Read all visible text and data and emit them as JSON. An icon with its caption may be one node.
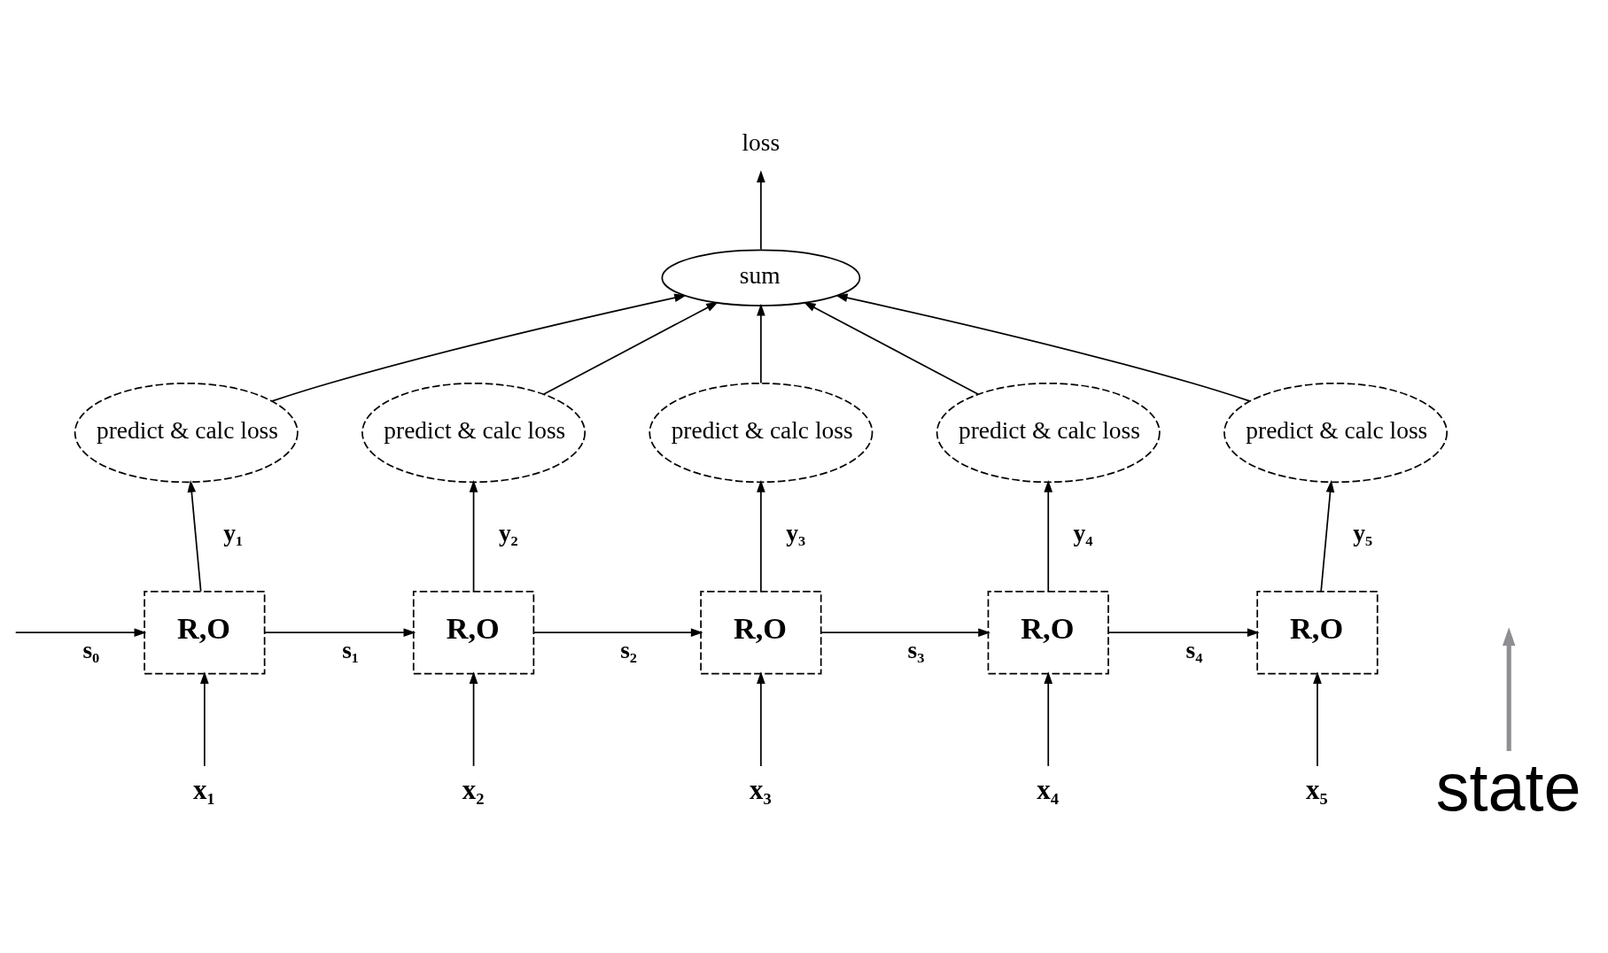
{
  "diagram": {
    "nodes": [
      {
        "text": [
          "loss"
        ]
      },
      {
        "text": [
          "sum"
        ]
      },
      {
        "text": [
          "predict & calc loss"
        ]
      },
      {
        "text": [
          "predict & calc loss"
        ]
      },
      {
        "text": [
          "predict & calc loss"
        ]
      },
      {
        "text": [
          "predict & calc loss"
        ]
      },
      {
        "text": [
          "predict & calc loss"
        ]
      },
      {
        "text": [
          "R,O"
        ]
      },
      {
        "text": [
          "R,O"
        ]
      },
      {
        "text": [
          "R,O"
        ]
      },
      {
        "text": [
          "R,O"
        ]
      },
      {
        "text": [
          "R,O"
        ]
      },
      {
        "text": [
          "x₁"
        ]
      },
      {
        "text": [
          "x₂"
        ]
      },
      {
        "text": [
          "x₃"
        ]
      },
      {
        "text": [
          "x₄"
        ]
      },
      {
        "text": [
          "x₅"
        ]
      },
      {
        "text": [
          "state"
        ]
      }
    ],
    "edges": [
      {
        "from": 1,
        "to": 0,
        "arrow": "to"
      },
      {
        "from": 2,
        "to": 1,
        "arrow": "to"
      },
      {
        "from": 3,
        "to": 1,
        "arrow": "to"
      },
      {
        "from": 4,
        "to": 1,
        "arrow": "to"
      },
      {
        "from": 5,
        "to": 1,
        "arrow": "to"
      },
      {
        "from": 6,
        "to": 1,
        "arrow": "to"
      },
      {
        "from": 7,
        "to": 2,
        "label": "y₁",
        "arrow": "to"
      },
      {
        "from": 8,
        "to": 3,
        "label": "y₂",
        "arrow": "to"
      },
      {
        "from": 9,
        "to": 4,
        "label": "y₃",
        "arrow": "to"
      },
      {
        "from": 10,
        "to": 5,
        "label": "y₄",
        "arrow": "to"
      },
      {
        "from": 11,
        "to": 6,
        "label": "y₅",
        "arrow": "to"
      },
      {
        "from": null,
        "to": 7,
        "label": "s₀",
        "arrow": "to"
      },
      {
        "from": 7,
        "to": 8,
        "label": "s₁",
        "arrow": "to"
      },
      {
        "from": 8,
        "to": 9,
        "label": "s₂",
        "arrow": "to"
      },
      {
        "from": 9,
        "to": 10,
        "label": "s₃",
        "arrow": "to"
      },
      {
        "from": 10,
        "to": 11,
        "label": "s₄",
        "arrow": "to"
      },
      {
        "from": 12,
        "to": 7,
        "arrow": "to"
      },
      {
        "from": 13,
        "to": 8,
        "arrow": "to"
      },
      {
        "from": 14,
        "to": 9,
        "arrow": "to"
      },
      {
        "from": 15,
        "to": 10,
        "arrow": "to"
      },
      {
        "from": 16,
        "to": 11,
        "arrow": "to"
      },
      {
        "from": 17,
        "to": null,
        "arrow": "to",
        "style": "thick",
        "color": "#8e8e93"
      }
    ]
  }
}
